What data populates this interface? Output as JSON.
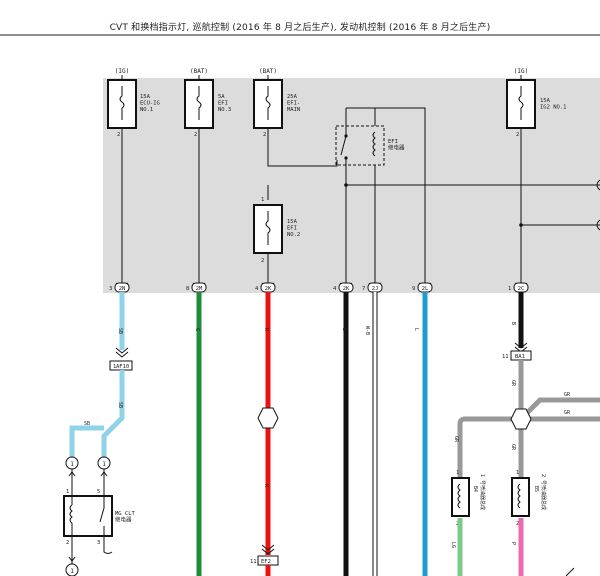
{
  "header": {
    "title": "CVT 和换档指示灯, 巡航控制 (2016 年 8 月之后生产), 发动机控制 (2016 年 8 月之后生产)"
  },
  "colors": {
    "panel": "#dcdcdc",
    "wire_green": "#1f8a3c",
    "wire_red": "#ee1111",
    "wire_black": "#111111",
    "wire_blue": "#1e9ecf",
    "wire_sky": "#8fd3ea",
    "wire_gray": "#999999",
    "wire_pink": "#ee6ab0",
    "wire_lightgreen": "#7ec98a"
  },
  "fuses": [
    {
      "source": "(IG)",
      "label": "15A\nECU-IG\nNO.1",
      "pin": "2"
    },
    {
      "source": "(BAT)",
      "label": "5A\nEFI\nNO.3",
      "pin": "2"
    },
    {
      "source": "(BAT)",
      "label": "25A\nEFI-\nMAIN",
      "pin": "2"
    },
    {
      "source": "(IG)",
      "label": "15A\nIG2 NO.1",
      "pin": "2"
    },
    {
      "source": "",
      "label": "15A\nEFI\nNO.2",
      "pin": "2",
      "pin_top": "1"
    }
  ],
  "relay_efi": {
    "label": "EFI\n继电器"
  },
  "connectors": [
    {
      "id": "2N",
      "pin": "3"
    },
    {
      "id": "2M",
      "pin": "8"
    },
    {
      "id": "2K",
      "pin": "4"
    },
    {
      "id": "2K",
      "pin": "4"
    },
    {
      "id": "2J",
      "pin": "7"
    },
    {
      "id": "2L",
      "pin": "9"
    },
    {
      "id": "2C",
      "pin": "1"
    }
  ],
  "wire_codes": {
    "sb1": "SB",
    "sb2": "SB",
    "g": "G",
    "r1": "R",
    "r2": "R",
    "b": "B",
    "wb": "W-B",
    "l": "L",
    "b2": "B",
    "gr1": "GR",
    "gr2": "GR",
    "gr3": "GR",
    "lg": "LG",
    "p": "P",
    "sb_top": "SB"
  },
  "inline": {
    "af10_pin": "1",
    "af10": "AF10",
    "ba1_pin": "11",
    "ba1": "BA1",
    "ef2_pin": "11",
    "ef2": "EF2"
  },
  "junction_pins": [
    "1",
    "1"
  ],
  "mg_relay": {
    "label": "MG CLT\n继电器",
    "pin1": "1",
    "pin5": "5",
    "pin2": "2",
    "pin3": "3",
    "bottom_pin": "1"
  },
  "injectors": [
    {
      "id": "B4",
      "label": "1 号喷油器总成",
      "pin_top": "1",
      "pin_bottom": "2"
    },
    {
      "id": "B5",
      "label": "2 号喷油器总成",
      "pin_top": "1",
      "pin_bottom": "2"
    }
  ]
}
